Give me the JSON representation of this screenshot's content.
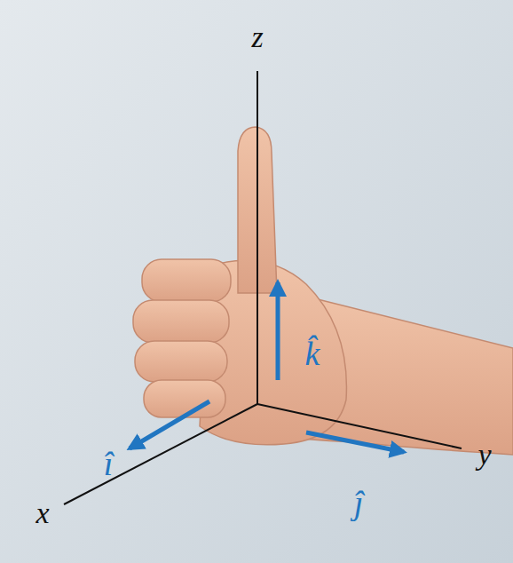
{
  "diagram": {
    "labels": [
      "z",
      "y",
      "x",
      "k̂",
      "î",
      "ĵ"
    ]
  }
}
